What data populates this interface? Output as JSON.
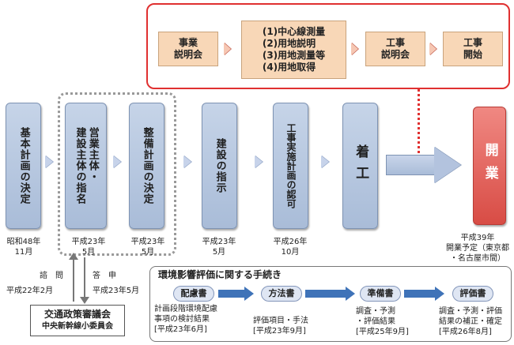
{
  "process": {
    "boxes": [
      "事業\n説明会",
      "(1)中心線測量\n(2)用地説明\n(3)用地測量等\n(4)用地取得",
      "工事\n説明会",
      "工事\n開始"
    ]
  },
  "stages": [
    {
      "label": "基本計画の決定",
      "date": "昭和48年\n11月"
    },
    {
      "label": "営業主体・\n建設主体の指名",
      "date": "平成23年\n5月"
    },
    {
      "label": "整備計画の決定",
      "date": "平成23年\n5月"
    },
    {
      "label": "建設の指示",
      "date": "平成23年\n5月"
    },
    {
      "label": "工事実施計画の認可",
      "date": "平成26年\n10月"
    },
    {
      "label": "着工",
      "date": ""
    },
    {
      "label": "開業",
      "date": "平成39年\n開業予定（東京都\n・名古屋市間）"
    }
  ],
  "council": {
    "inquiry_label": "諮　問",
    "inquiry_date": "平成22年2月",
    "report_label": "答　申",
    "report_date": "平成23年5月",
    "name": "交通政策審議会",
    "subname": "中央新幹線小委員会"
  },
  "eia": {
    "title": "環境影響評価に関する手続き",
    "steps": [
      {
        "name": "配慮書",
        "desc": "計画段階環境配慮\n事項の検討結果\n[平成23年6月]"
      },
      {
        "name": "方法書",
        "desc": "評価項目・手法\n[平成23年9月]"
      },
      {
        "name": "準備書",
        "desc": "調査・予測\n・評価結果\n[平成25年9月]"
      },
      {
        "name": "評価書",
        "desc": "調査・予測・評価\n結果の補正・確定\n[平成26年8月]"
      }
    ]
  },
  "colors": {
    "stage": "#b5c6e0",
    "open": "#e0605a",
    "process_border": "#e03030",
    "process_box": "#f8d7b7",
    "arrow_blue": "#3f73b8"
  }
}
